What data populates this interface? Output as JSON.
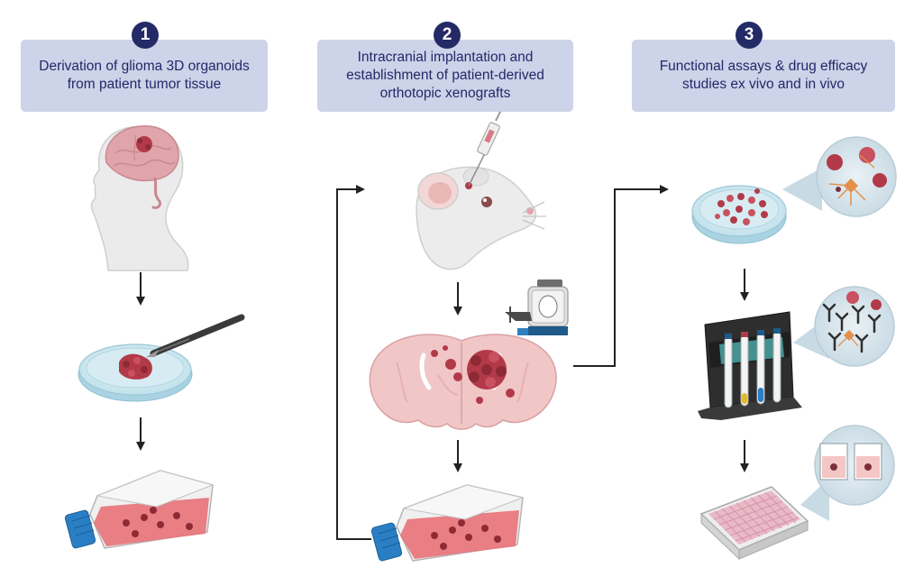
{
  "steps": [
    {
      "number": "1",
      "title": "Derivation of glioma 3D organoids from patient tumor tissue"
    },
    {
      "number": "2",
      "title": "Intracranial implantation and establishment of  patient-derived orthotopic xenografts"
    },
    {
      "number": "3",
      "title": "Functional assays & drug efficacy studies ex vivo and in vivo"
    }
  ],
  "colors": {
    "badge": "#232a66",
    "box_fill": "#cdd3e8",
    "box_text": "#1f2a68",
    "tumor": "#b23a48",
    "tissue": "#f1c6c6",
    "flask_medium": "#e8777d",
    "flask_cap": "#2a7fc4",
    "arrow": "#222222"
  },
  "icons": [
    "human-head-with-brain-tumor-icon",
    "petri-dish-with-tissue-and-scalpel-icon",
    "culture-flask-with-organoids-icon",
    "mouse-injection-icon",
    "stereotaxic-frame-icon",
    "brain-coronal-section-with-tumor-icon",
    "petri-dish-with-organoids-icon",
    "cell-magnification-icon",
    "test-tubes-in-rack-icon",
    "antibody-magnification-icon",
    "well-plate-icon",
    "wells-magnification-icon"
  ]
}
